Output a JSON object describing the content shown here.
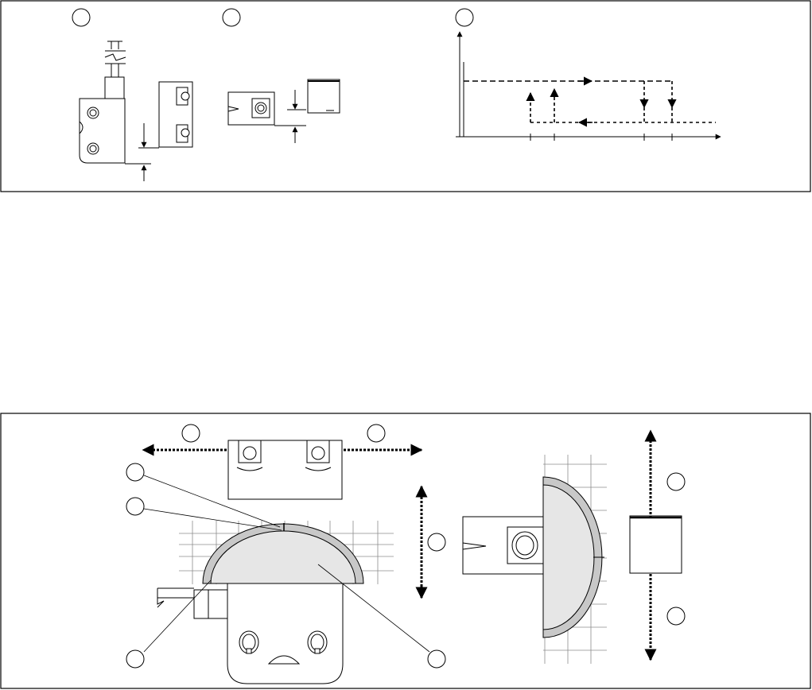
{
  "diagram": {
    "panels": [
      {
        "name": "top-panel",
        "callouts": [
          "",
          "",
          ""
        ]
      },
      {
        "name": "bottom-panel",
        "callouts": [
          "",
          "",
          "",
          "",
          "",
          "",
          "",
          "",
          ""
        ]
      }
    ],
    "colors": {
      "line": "#000000",
      "fill_light": "#e6e6e6",
      "fill_mid": "#c8c8c8",
      "grid": "#8c8c8c",
      "background": "#ffffff"
    },
    "icons": [
      "sensor-housing",
      "actuator-magnet",
      "switching-graph",
      "detection-zone",
      "motion-arrow"
    ]
  }
}
